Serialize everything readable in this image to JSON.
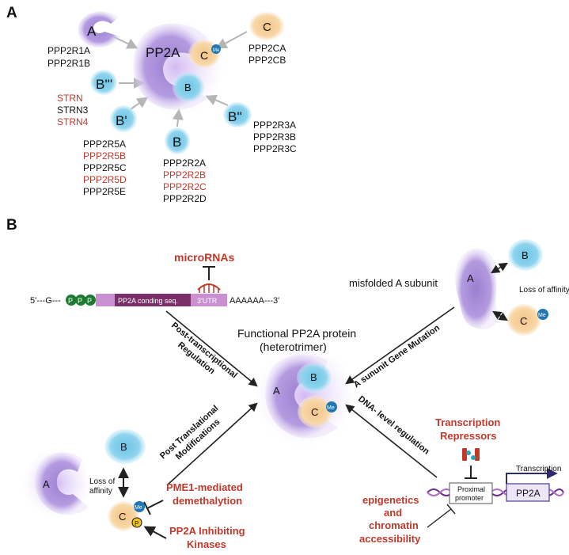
{
  "panel_a": {
    "letter": "A",
    "center_label": "PP2A",
    "a_subunit": {
      "label": "A",
      "genes": [
        "PPP2R1A",
        "PPP2R1B"
      ]
    },
    "c_subunit": {
      "label": "C",
      "genes": [
        "PPP2CA",
        "PPP2CB"
      ]
    },
    "c_in_complex": "C",
    "b_in_complex": "B",
    "me_tag": "Me",
    "b_triple_prime": {
      "label": "B'''",
      "genes": [
        {
          "text": "STRN",
          "color": "#c0392b"
        },
        {
          "text": "STRN3",
          "color": "#111111"
        },
        {
          "text": "STRN4",
          "color": "#c0392b"
        }
      ]
    },
    "b_prime": {
      "label": "B'",
      "genes": [
        {
          "text": "PPP2R5A",
          "color": "#111111"
        },
        {
          "text": "PPP2R5B",
          "color": "#c0392b"
        },
        {
          "text": "PPP2R5C",
          "color": "#111111"
        },
        {
          "text": "PPP2R5D",
          "color": "#c0392b"
        },
        {
          "text": "PPP2R5E",
          "color": "#111111"
        }
      ]
    },
    "b_subunit": {
      "label": "B",
      "genes": [
        {
          "text": "PPP2R2A",
          "color": "#111111"
        },
        {
          "text": "PPP2R2B",
          "color": "#c0392b"
        },
        {
          "text": "PPP2R2C",
          "color": "#c0392b"
        },
        {
          "text": "PPP2R2D",
          "color": "#111111"
        }
      ]
    },
    "b_double_prime": {
      "label": "B''",
      "genes": [
        {
          "text": "PPP2R3A",
          "color": "#111111"
        },
        {
          "text": "PPP2R3B",
          "color": "#111111"
        },
        {
          "text": "PPP2R3C",
          "color": "#111111"
        }
      ]
    }
  },
  "panel_b": {
    "letter": "B",
    "mrna": {
      "prefix": "5'---G---",
      "caps": [
        "P",
        "P",
        "P"
      ],
      "coding": "PP2A conding seq.",
      "utr": "3'UTR",
      "suffix": "AAAAAA---3'"
    },
    "micrornas": "microRNAs",
    "functional": {
      "line1": "Functional PP2A protein",
      "line2": "(heterotrimer)",
      "a": "A",
      "b": "B",
      "c": "C",
      "me": "Me"
    },
    "post_transcriptional": {
      "line1": "Post-transcriptional",
      "line2": "Regulation"
    },
    "post_translational": {
      "line1": "Post Translational",
      "line2": "Modifications"
    },
    "a_mutation": "A sununit Gene Mutation",
    "dna_level": "DNA- level regulation",
    "misfolded": {
      "label": "misfolded A subunit",
      "a": "A",
      "b": "B",
      "c": "C",
      "me": "Me",
      "loss": "Loss of affinity"
    },
    "ptm": {
      "a": "A",
      "b": "B",
      "c": "C",
      "me": "Me",
      "p": "P",
      "loss_line1": "Loss of",
      "loss_line2": "affinity"
    },
    "pme1": {
      "line1": "PME1-mediated",
      "line2": "demethalytion"
    },
    "kinases": {
      "line1": "PP2A Inhibiting",
      "line2": "Kinases"
    },
    "repressors": {
      "line1": "Transcription",
      "line2": "Repressors"
    },
    "promoter": {
      "line1": "Proximal",
      "line2": "promoter"
    },
    "gene": "PP2A",
    "transcription": "Transcription",
    "epigenetics": {
      "line1": "epigenetics",
      "line2": "and",
      "line3": "chromatin",
      "line4": "accessibility"
    }
  },
  "colors": {
    "purple": "#a98bd6",
    "blue": "#5bc0e8",
    "orange": "#f6c98c",
    "red": "#c0392b",
    "green": "#1e7b34",
    "me": "#1f77b4",
    "p": "#f5c518",
    "arrow": "#222222",
    "grey_arrow": "#b5b5b5"
  }
}
